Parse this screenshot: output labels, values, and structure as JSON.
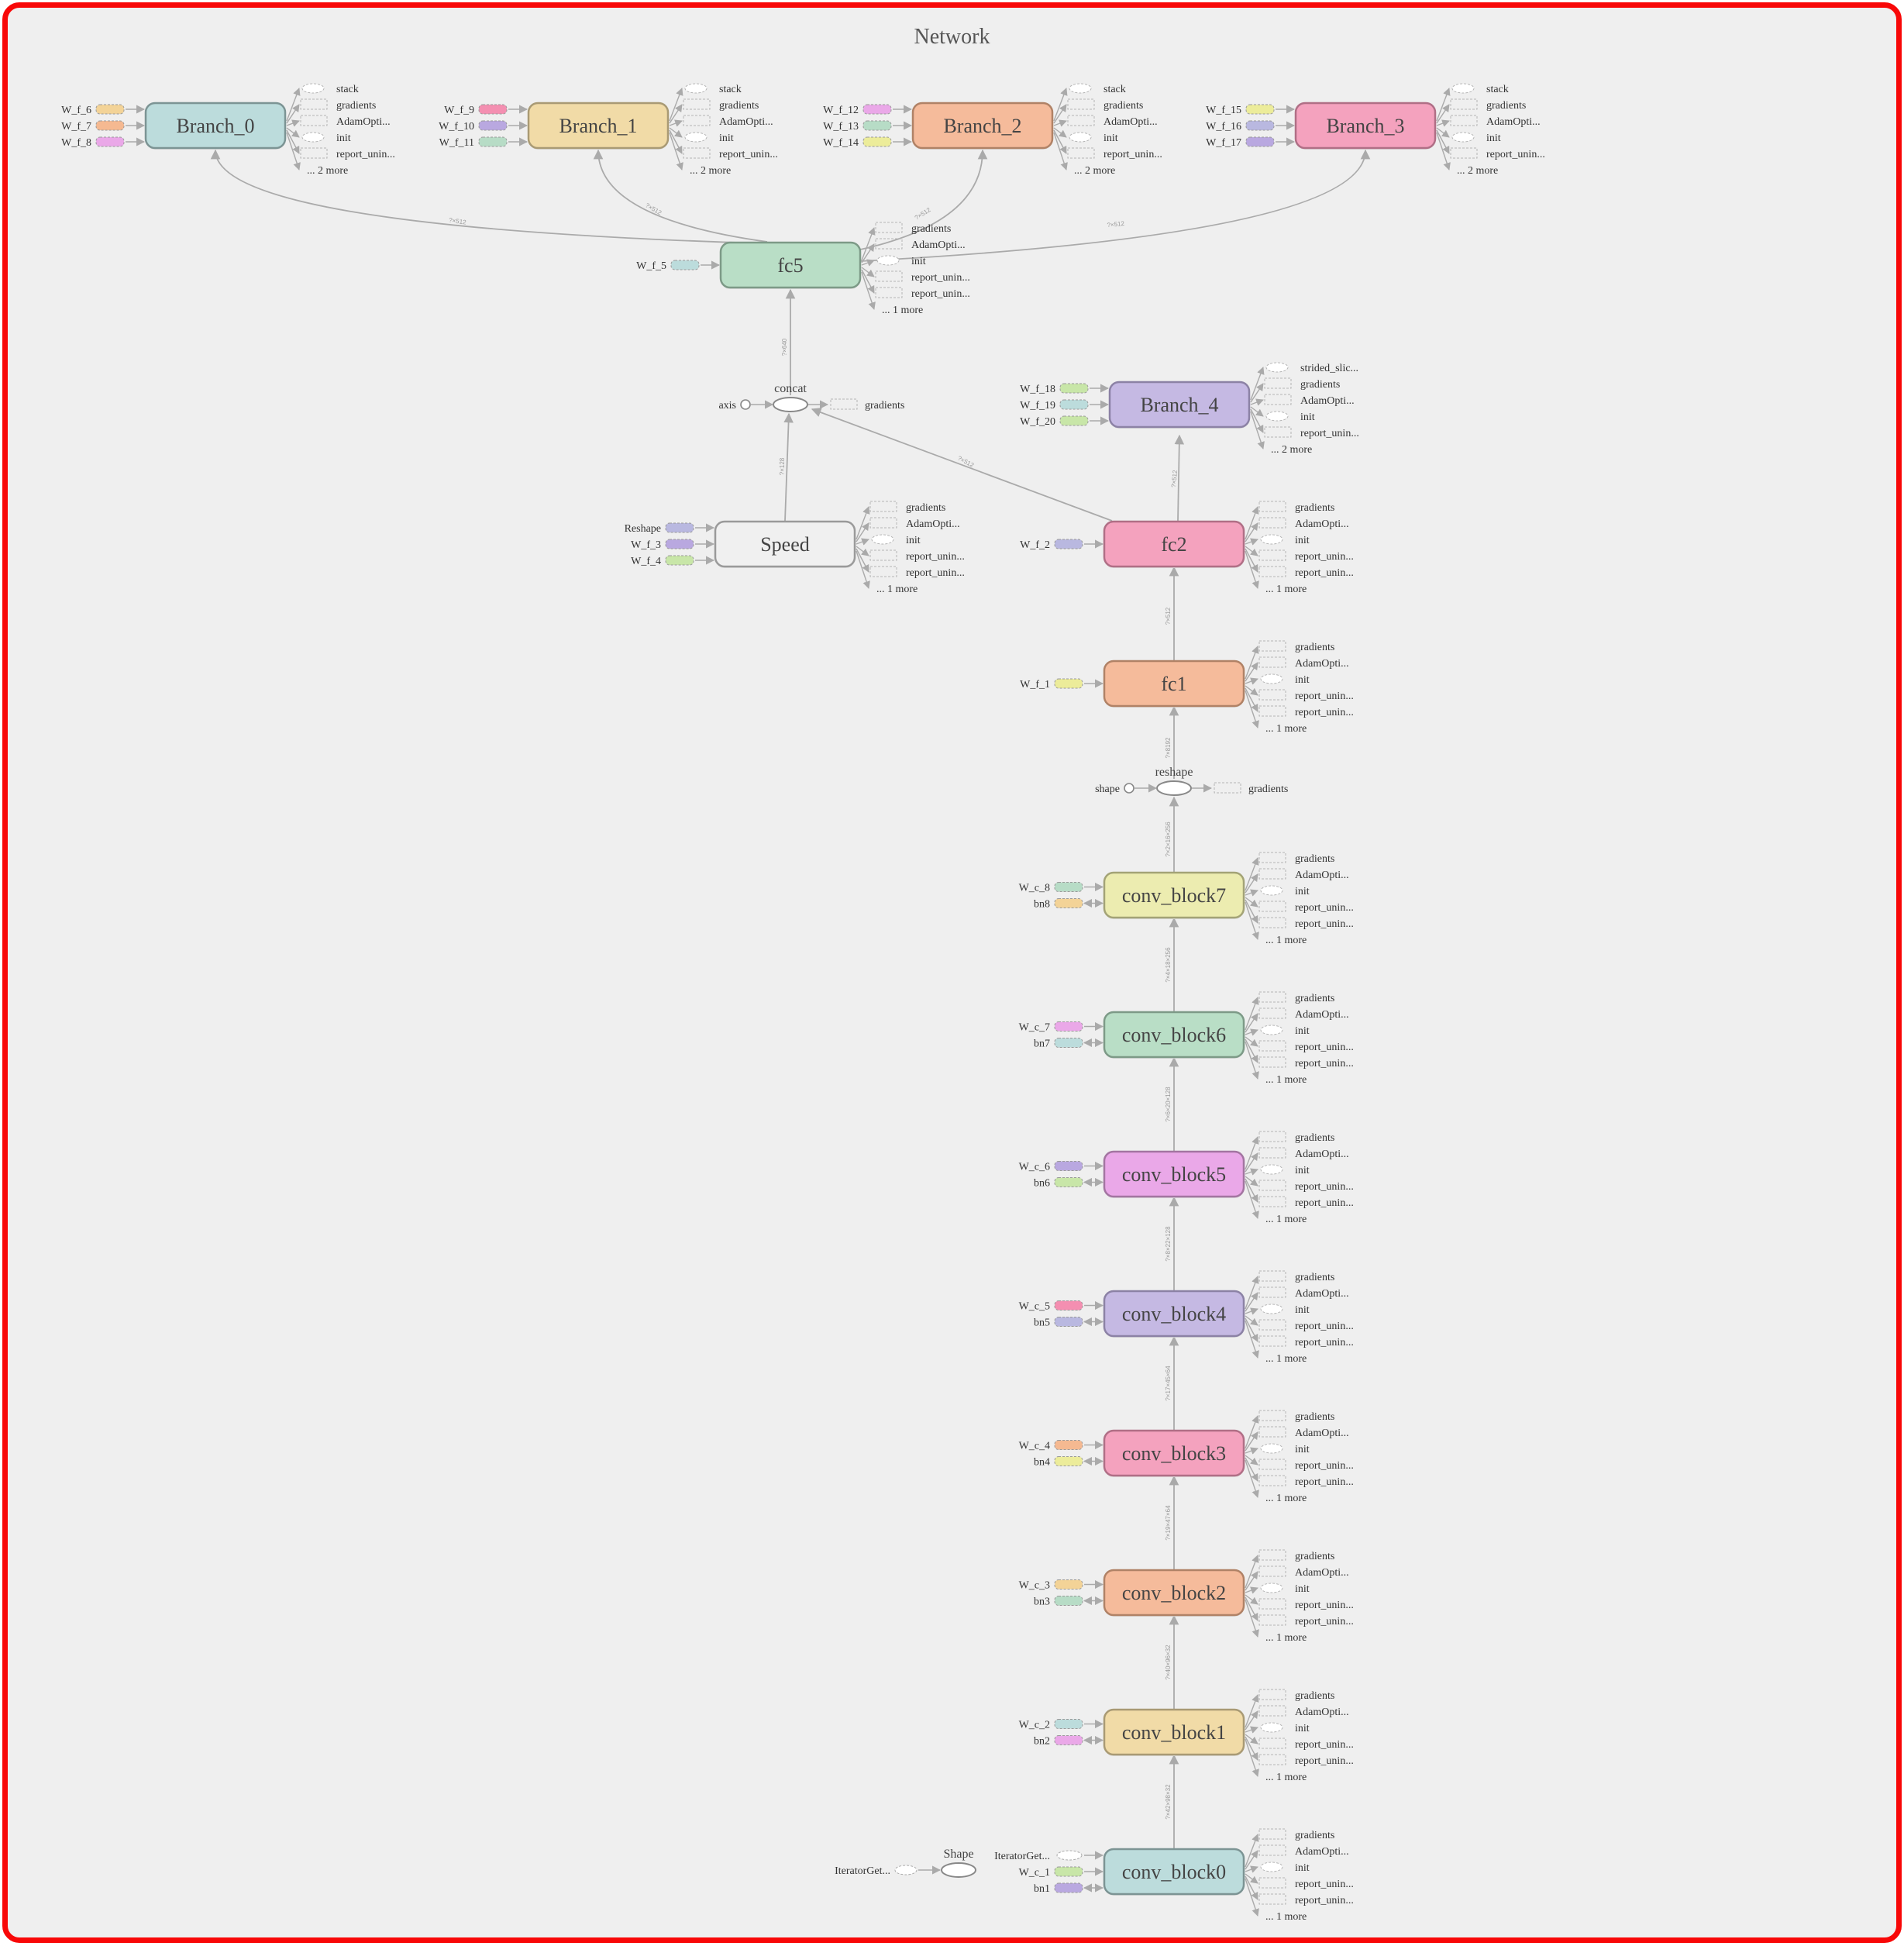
{
  "title": "Network",
  "colors": {
    "frame_border": "#f80808",
    "background": "#efefef",
    "edge": "#aaaaaa"
  },
  "nodes": [
    {
      "id": "Branch_0",
      "label": "Branch_0",
      "fill": "#bcdcdc",
      "stroke": "#7c9494",
      "inputs": [
        {
          "label": "W_f_6",
          "color": "#f3d397"
        },
        {
          "label": "W_f_7",
          "color": "#f5b991"
        },
        {
          "label": "W_f_8",
          "color": "#eaa8e8"
        }
      ],
      "outputs": [
        "stack",
        "gradients",
        "AdamOpti...",
        "init",
        "report_unin...",
        "... 2 more"
      ]
    },
    {
      "id": "Branch_1",
      "label": "Branch_1",
      "fill": "#f1dba7",
      "stroke": "#a99a74",
      "inputs": [
        {
          "label": "W_f_9",
          "color": "#f48fb1"
        },
        {
          "label": "W_f_10",
          "color": "#b9a8e0"
        },
        {
          "label": "W_f_11",
          "color": "#b7dcc6"
        }
      ],
      "outputs": [
        "stack",
        "gradients",
        "AdamOpti...",
        "init",
        "report_unin...",
        "... 2 more"
      ]
    },
    {
      "id": "Branch_2",
      "label": "Branch_2",
      "fill": "#f5bb9b",
      "stroke": "#b08266",
      "inputs": [
        {
          "label": "W_f_12",
          "color": "#eaa8e8"
        },
        {
          "label": "W_f_13",
          "color": "#b7dcc6"
        },
        {
          "label": "W_f_14",
          "color": "#ecec9a"
        }
      ],
      "outputs": [
        "stack",
        "gradients",
        "AdamOpti...",
        "init",
        "report_unin...",
        "... 2 more"
      ]
    },
    {
      "id": "Branch_3",
      "label": "Branch_3",
      "fill": "#f4a2be",
      "stroke": "#b06f86",
      "inputs": [
        {
          "label": "W_f_15",
          "color": "#ecec9a"
        },
        {
          "label": "W_f_16",
          "color": "#b9b8e0"
        },
        {
          "label": "W_f_17",
          "color": "#b9a8e0"
        }
      ],
      "outputs": [
        "stack",
        "gradients",
        "AdamOpti...",
        "init",
        "report_unin...",
        "... 2 more"
      ]
    },
    {
      "id": "fc5",
      "label": "fc5",
      "fill": "#b9dec6",
      "stroke": "#7d9a87",
      "inputs": [
        {
          "label": "W_f_5",
          "color": "#bcdcdc"
        }
      ],
      "outputs": [
        "gradients",
        "AdamOpti...",
        "init",
        "report_unin...",
        "report_unin...",
        "... 1 more"
      ]
    },
    {
      "id": "Branch_4",
      "label": "Branch_4",
      "fill": "#c5b9e3",
      "stroke": "#8c82a5",
      "inputs": [
        {
          "label": "W_f_18",
          "color": "#c8e6a8"
        },
        {
          "label": "W_f_19",
          "color": "#bcdcdc"
        },
        {
          "label": "W_f_20",
          "color": "#c8e6a8"
        }
      ],
      "outputs": [
        "strided_slic...",
        "gradients",
        "AdamOpti...",
        "init",
        "report_unin...",
        "... 2 more"
      ]
    },
    {
      "id": "Speed",
      "label": "Speed",
      "fill": "#f0f0f0",
      "stroke": "#9a9a9a",
      "inputs": [
        {
          "label": "Reshape",
          "color": "#b9b8e0"
        },
        {
          "label": "W_f_3",
          "color": "#b9a8e0"
        },
        {
          "label": "W_f_4",
          "color": "#c8e6a8"
        }
      ],
      "outputs": [
        "gradients",
        "AdamOpti...",
        "init",
        "report_unin...",
        "report_unin...",
        "... 1 more"
      ]
    },
    {
      "id": "fc2",
      "label": "fc2",
      "fill": "#f4a2be",
      "stroke": "#b06f86",
      "inputs": [
        {
          "label": "W_f_2",
          "color": "#b9b8e0"
        }
      ],
      "outputs": [
        "gradients",
        "AdamOpti...",
        "init",
        "report_unin...",
        "report_unin...",
        "... 1 more"
      ]
    },
    {
      "id": "fc1",
      "label": "fc1",
      "fill": "#f5bb9b",
      "stroke": "#b08266",
      "inputs": [
        {
          "label": "W_f_1",
          "color": "#ecec9a"
        }
      ],
      "outputs": [
        "gradients",
        "AdamOpti...",
        "init",
        "report_unin...",
        "report_unin...",
        "... 1 more"
      ]
    },
    {
      "id": "conv_block7",
      "label": "conv_block7",
      "fill": "#ececb0",
      "stroke": "#a3a376",
      "inputs": [
        {
          "label": "W_c_8",
          "color": "#b7dcc6"
        },
        {
          "label": "bn8",
          "color": "#f3d397",
          "bidir": true
        }
      ],
      "outputs": [
        "gradients",
        "AdamOpti...",
        "init",
        "report_unin...",
        "report_unin...",
        "... 1 more"
      ]
    },
    {
      "id": "conv_block6",
      "label": "conv_block6",
      "fill": "#b9dec6",
      "stroke": "#7d9a87",
      "inputs": [
        {
          "label": "W_c_7",
          "color": "#eaa8e8"
        },
        {
          "label": "bn7",
          "color": "#bcdcdc",
          "bidir": true
        }
      ],
      "outputs": [
        "gradients",
        "AdamOpti...",
        "init",
        "report_unin...",
        "report_unin...",
        "... 1 more"
      ]
    },
    {
      "id": "conv_block5",
      "label": "conv_block5",
      "fill": "#eaa8e8",
      "stroke": "#a375a1",
      "inputs": [
        {
          "label": "W_c_6",
          "color": "#b9a8e0"
        },
        {
          "label": "bn6",
          "color": "#c8e6a8",
          "bidir": true
        }
      ],
      "outputs": [
        "gradients",
        "AdamOpti...",
        "init",
        "report_unin...",
        "report_unin...",
        "... 1 more"
      ]
    },
    {
      "id": "conv_block4",
      "label": "conv_block4",
      "fill": "#c5b9e3",
      "stroke": "#8c82a5",
      "inputs": [
        {
          "label": "W_c_5",
          "color": "#f48fb1"
        },
        {
          "label": "bn5",
          "color": "#b9b8e0",
          "bidir": true
        }
      ],
      "outputs": [
        "gradients",
        "AdamOpti...",
        "init",
        "report_unin...",
        "report_unin...",
        "... 1 more"
      ]
    },
    {
      "id": "conv_block3",
      "label": "conv_block3",
      "fill": "#f4a2be",
      "stroke": "#b06f86",
      "inputs": [
        {
          "label": "W_c_4",
          "color": "#f5b991"
        },
        {
          "label": "bn4",
          "color": "#ecec9a",
          "bidir": true
        }
      ],
      "outputs": [
        "gradients",
        "AdamOpti...",
        "init",
        "report_unin...",
        "report_unin...",
        "... 1 more"
      ]
    },
    {
      "id": "conv_block2",
      "label": "conv_block2",
      "fill": "#f5bb9b",
      "stroke": "#b08266",
      "inputs": [
        {
          "label": "W_c_3",
          "color": "#f3d397"
        },
        {
          "label": "bn3",
          "color": "#b7dcc6",
          "bidir": true
        }
      ],
      "outputs": [
        "gradients",
        "AdamOpti...",
        "init",
        "report_unin...",
        "report_unin...",
        "... 1 more"
      ]
    },
    {
      "id": "conv_block1",
      "label": "conv_block1",
      "fill": "#f1dba7",
      "stroke": "#a99a74",
      "inputs": [
        {
          "label": "W_c_2",
          "color": "#bcdcdc"
        },
        {
          "label": "bn2",
          "color": "#eaa8e8",
          "bidir": true
        }
      ],
      "outputs": [
        "gradients",
        "AdamOpti...",
        "init",
        "report_unin...",
        "report_unin...",
        "... 1 more"
      ]
    },
    {
      "id": "conv_block0",
      "label": "conv_block0",
      "fill": "#bcdcdc",
      "stroke": "#7c9494",
      "inputs": [
        {
          "label": "IteratorGet...",
          "color": "#ffffff",
          "oval": true
        },
        {
          "label": "W_c_1",
          "color": "#c8e6a8"
        },
        {
          "label": "bn1",
          "color": "#b9a8e0",
          "bidir": true
        }
      ],
      "outputs": [
        "gradients",
        "AdamOpti...",
        "init",
        "report_unin...",
        "report_unin...",
        "... 1 more"
      ]
    }
  ],
  "ops": [
    {
      "id": "concat",
      "label": "concat",
      "const": "axis",
      "outputs": [
        "gradients"
      ]
    },
    {
      "id": "reshape",
      "label": "reshape",
      "const": "shape",
      "outputs": [
        "gradients"
      ]
    },
    {
      "id": "Shape",
      "label": "Shape",
      "input": "IteratorGet..."
    }
  ],
  "edge_labels": {
    "fc5_Branch_0": "?×512",
    "fc5_Branch_1": "?×512",
    "fc5_Branch_2": "?×512",
    "fc5_Branch_3": "?×512",
    "concat_fc5": "?×640",
    "Speed_concat": "?×128",
    "fc2_concat": "?×512",
    "fc2_Branch_4": "?×512",
    "fc1_fc2": "?×512",
    "reshape_fc1": "?×8192",
    "conv7_reshape": "?×2×16×256",
    "conv6_conv7": "?×4×18×256",
    "conv5_conv6": "?×6×20×128",
    "conv4_conv5": "?×8×22×128",
    "conv3_conv4": "?×17×45×64",
    "conv2_conv3": "?×19×47×64",
    "conv1_conv2": "?×40×96×32",
    "conv0_conv1": "?×42×98×32"
  }
}
